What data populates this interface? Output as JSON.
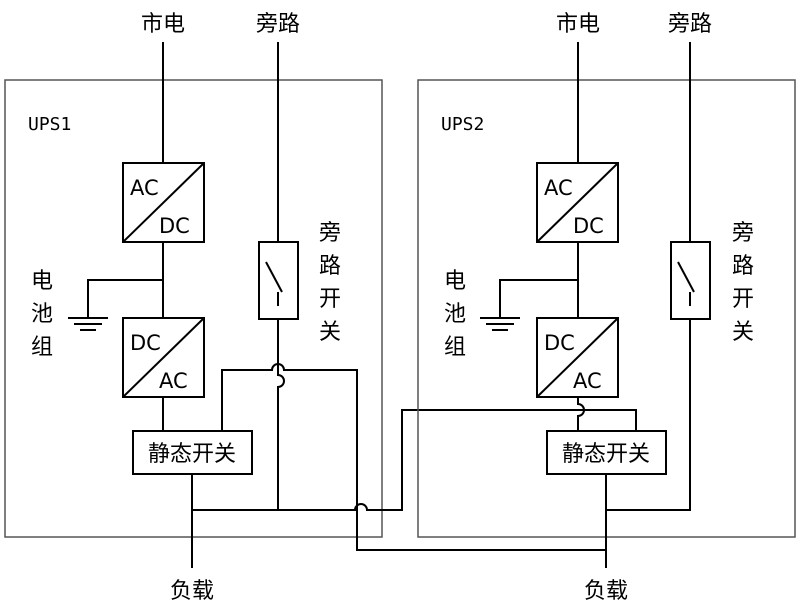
{
  "ups1": {
    "name": "UPS1",
    "mains": "市电",
    "bypass": "旁路",
    "rectifier_in": "AC",
    "rectifier_out": "DC",
    "inverter_in": "DC",
    "inverter_out": "AC",
    "battery": [
      "电",
      "池",
      "组"
    ],
    "bypass_switch": [
      "旁",
      "路",
      "开",
      "关"
    ],
    "static_switch": "静态开关",
    "load": "负载"
  },
  "ups2": {
    "name": "UPS2",
    "mains": "市电",
    "bypass": "旁路",
    "rectifier_in": "AC",
    "rectifier_out": "DC",
    "inverter_in": "DC",
    "inverter_out": "AC",
    "battery": [
      "电",
      "池",
      "组"
    ],
    "bypass_switch": [
      "旁",
      "路",
      "开",
      "关"
    ],
    "static_switch": "静态开关",
    "load": "负载"
  }
}
